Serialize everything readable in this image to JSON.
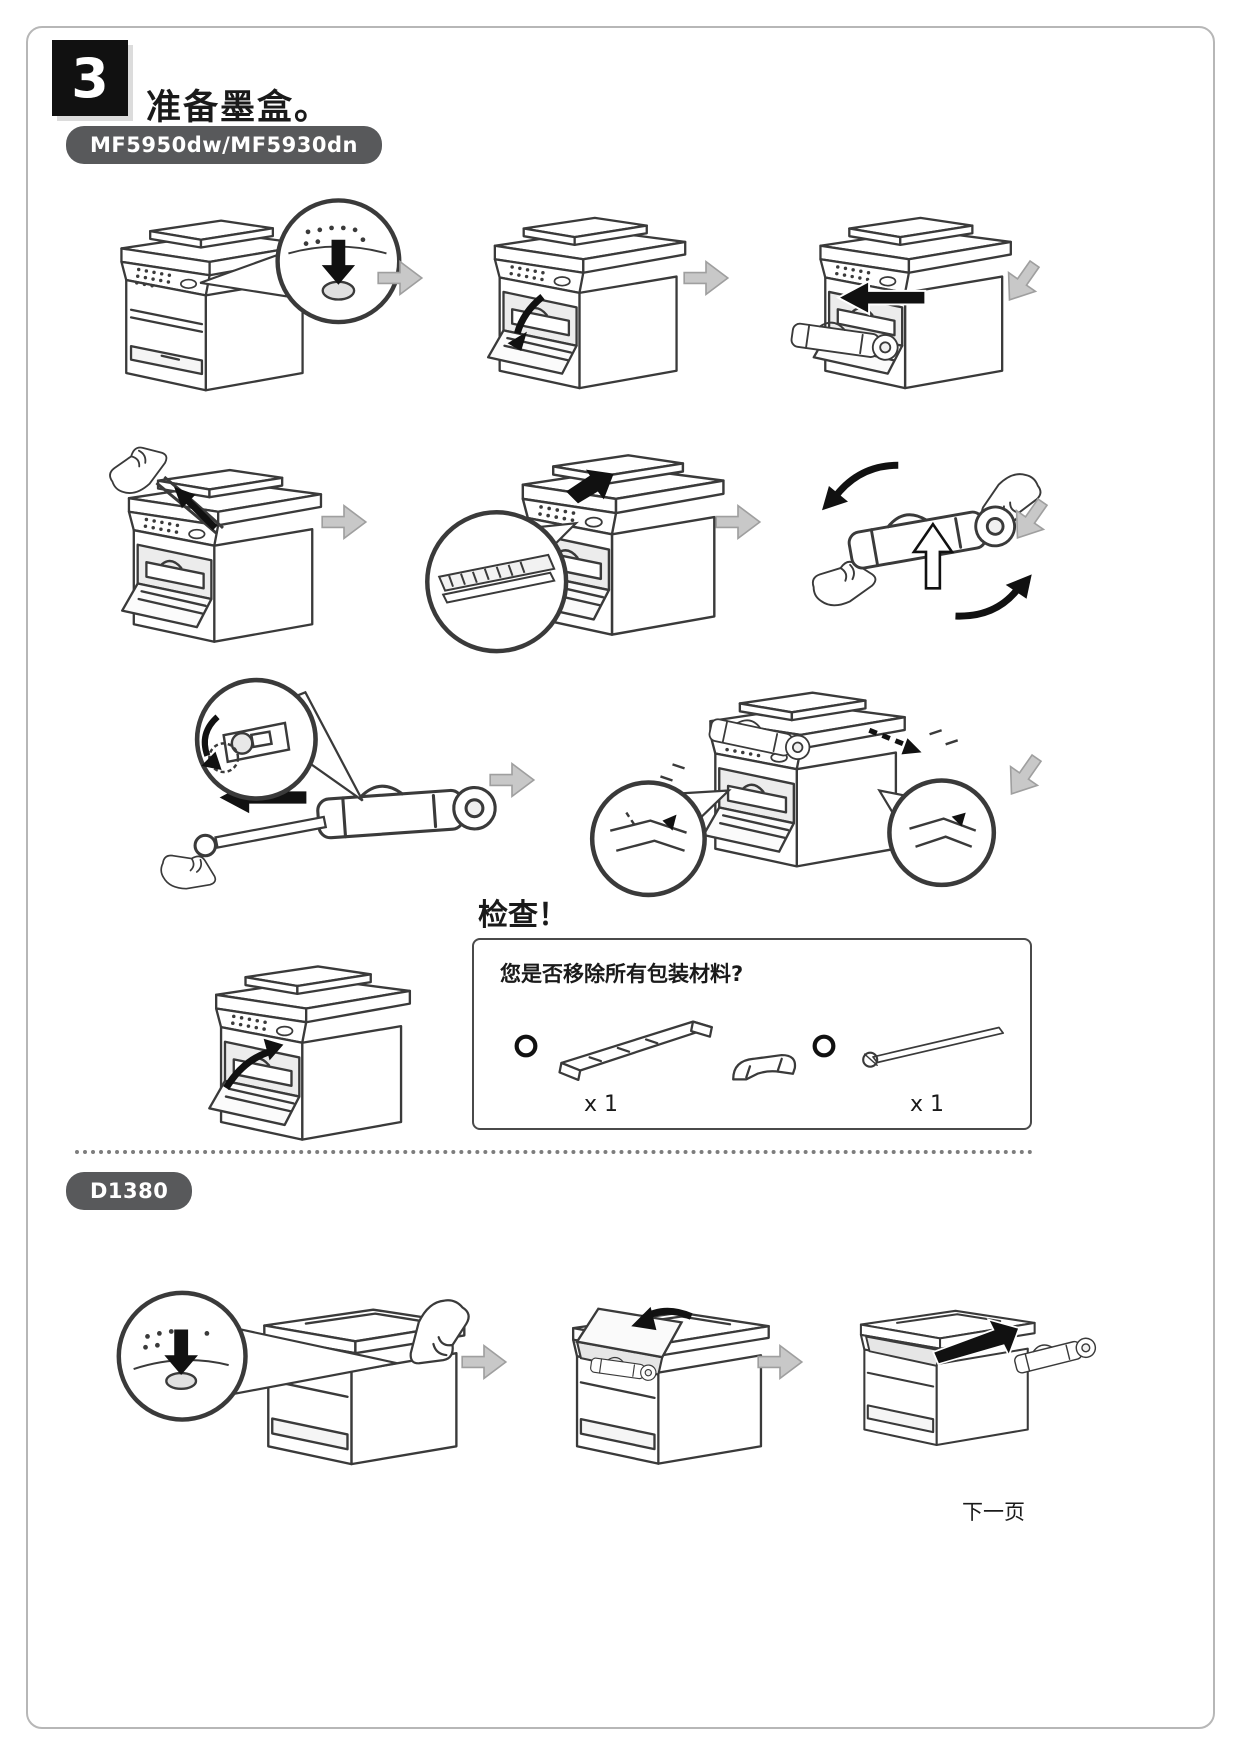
{
  "header": {
    "step_number": "3",
    "title": "准备墨盒。"
  },
  "sections": {
    "mf": {
      "badge": "MF5950dw/MF5930dn"
    },
    "d1380": {
      "badge": "D1380"
    }
  },
  "check": {
    "heading": "检查！",
    "question": "您是否移除所有包装材料?",
    "items": [
      {
        "name": "packing-spacer-and-handle",
        "count_label": "x 1"
      },
      {
        "name": "sealing-tape",
        "count_label": "x 1"
      }
    ]
  },
  "footer": {
    "next_page_label": "下一页"
  },
  "colors": {
    "step_badge_bg": "#111111",
    "model_badge_bg": "#58595b",
    "step_arrow_fill": "#c8c8c8",
    "line_art": "#3a3a3a"
  },
  "figures": {
    "mf_steps": [
      "press-open-button-callout",
      "open-front-cover",
      "pull-out-toner-cartridge",
      "remove-packing-material",
      "check-inside-rollers-callout",
      "rock-cartridge-gently",
      "pull-out-sealing-tape",
      "insert-cartridge-along-guides",
      "close-front-cover"
    ],
    "d1380_steps": [
      "press-open-button-callout",
      "open-toner-cover",
      "remove-packing-material"
    ]
  }
}
